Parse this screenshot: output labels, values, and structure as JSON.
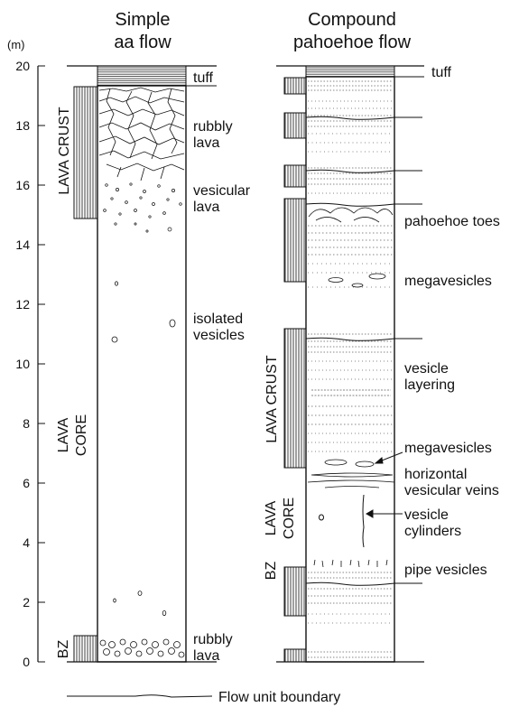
{
  "titles": {
    "left_line1": "Simple",
    "left_line2": "aa flow",
    "right_line1": "Compound",
    "right_line2": "pahoehoe flow"
  },
  "axis": {
    "unit": "(m)",
    "ticks": [
      "0",
      "2",
      "4",
      "6",
      "8",
      "10",
      "12",
      "14",
      "16",
      "18",
      "20"
    ]
  },
  "left_column": {
    "zone_labels": {
      "lava_crust": "LAVA CRUST",
      "lava_core_1": "LAVA",
      "lava_core_2": "CORE",
      "bz": "BZ"
    },
    "annotations": {
      "tuff": "tuff",
      "rubbly_top_1": "rubbly",
      "rubbly_top_2": "lava",
      "vesicular_1": "vesicular",
      "vesicular_2": "lava",
      "isolated_1": "isolated",
      "isolated_2": "vesicles",
      "rubbly_bottom_1": "rubbly",
      "rubbly_bottom_2": "lava"
    }
  },
  "right_column": {
    "zone_labels": {
      "lava_crust": "LAVA CRUST",
      "lava_core_1": "LAVA",
      "lava_core_2": "CORE",
      "bz": "BZ"
    },
    "annotations": {
      "tuff": "tuff",
      "pahoehoe_toes": "pahoehoe toes",
      "megavesicles_top": "megavesicles",
      "vesicle_layering_1": "vesicle",
      "vesicle_layering_2": "layering",
      "megavesicles_mid": "megavesicles",
      "horizontal_1": "horizontal",
      "horizontal_2": "vesicular veins",
      "cylinders_1": "vesicle",
      "cylinders_2": "cylinders",
      "pipe_vesicles": "pipe vesicles"
    }
  },
  "legend": {
    "flow_unit_boundary": "Flow unit boundary"
  },
  "colors": {
    "ink": "#111111",
    "background": "#ffffff"
  }
}
